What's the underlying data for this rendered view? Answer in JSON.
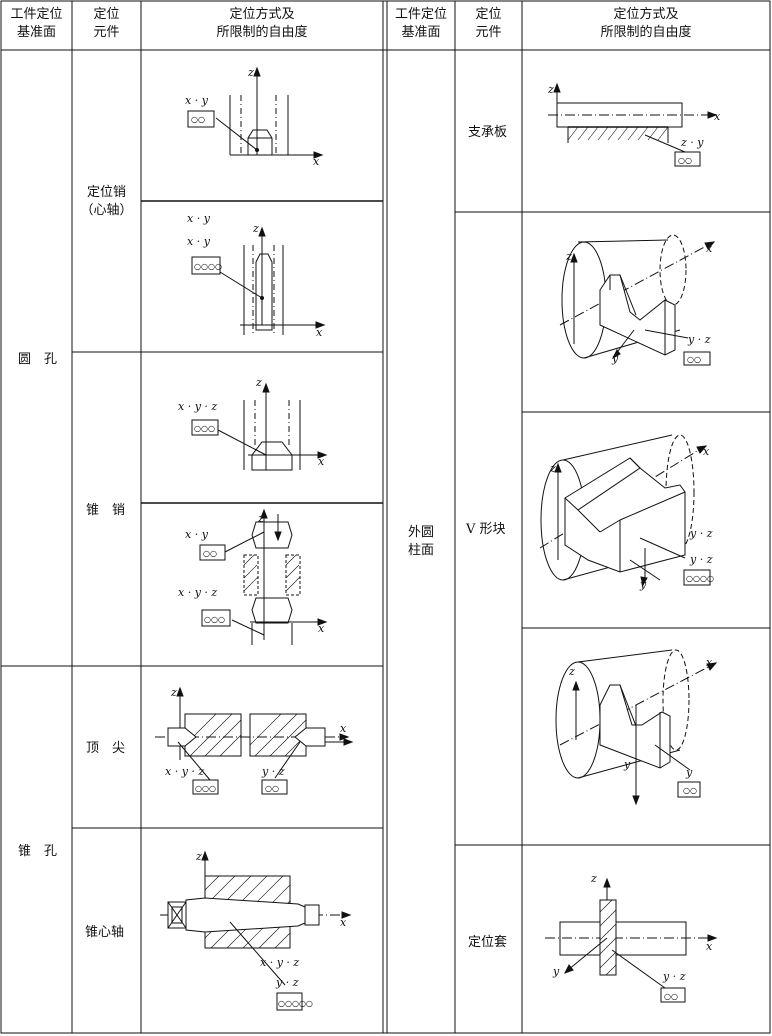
{
  "headers": {
    "base_surface": "工件定位\n基准面",
    "element": "定位\n元件",
    "method": "定位方式及\n所限制的自由度"
  },
  "left": {
    "round_hole": "圆　孔",
    "cone_hole": "锥　孔",
    "pin": "定位销\n（心轴）",
    "cone_pin": "锥　销",
    "center": "顶　尖",
    "cone_mandrel": "锥心轴"
  },
  "right": {
    "outer_cylinder": "外圆\n柱面",
    "support_plate": "支承板",
    "v_block": "V 形块",
    "sleeve": "定位套"
  },
  "axes": {
    "x": "x",
    "y": "y",
    "z": "z"
  },
  "dof": {
    "r1": "x · y",
    "r2a": "x · y",
    "r2b": "x · y",
    "r3": "x · y · z",
    "r4a": "x · y",
    "r4b": "x · y · z",
    "r5a": "x · y · z",
    "r5b": "y · z",
    "r6a": "x · y · z",
    "r6b": "y · z",
    "s1": "z · y",
    "s2": "y · z",
    "s3a": "y · z",
    "s3b": "y · z",
    "s4": "y",
    "s5": "y · z"
  },
  "markers": {
    "two": "○○",
    "three": "○○○",
    "four": "○○○○",
    "five": "○○○○○"
  }
}
